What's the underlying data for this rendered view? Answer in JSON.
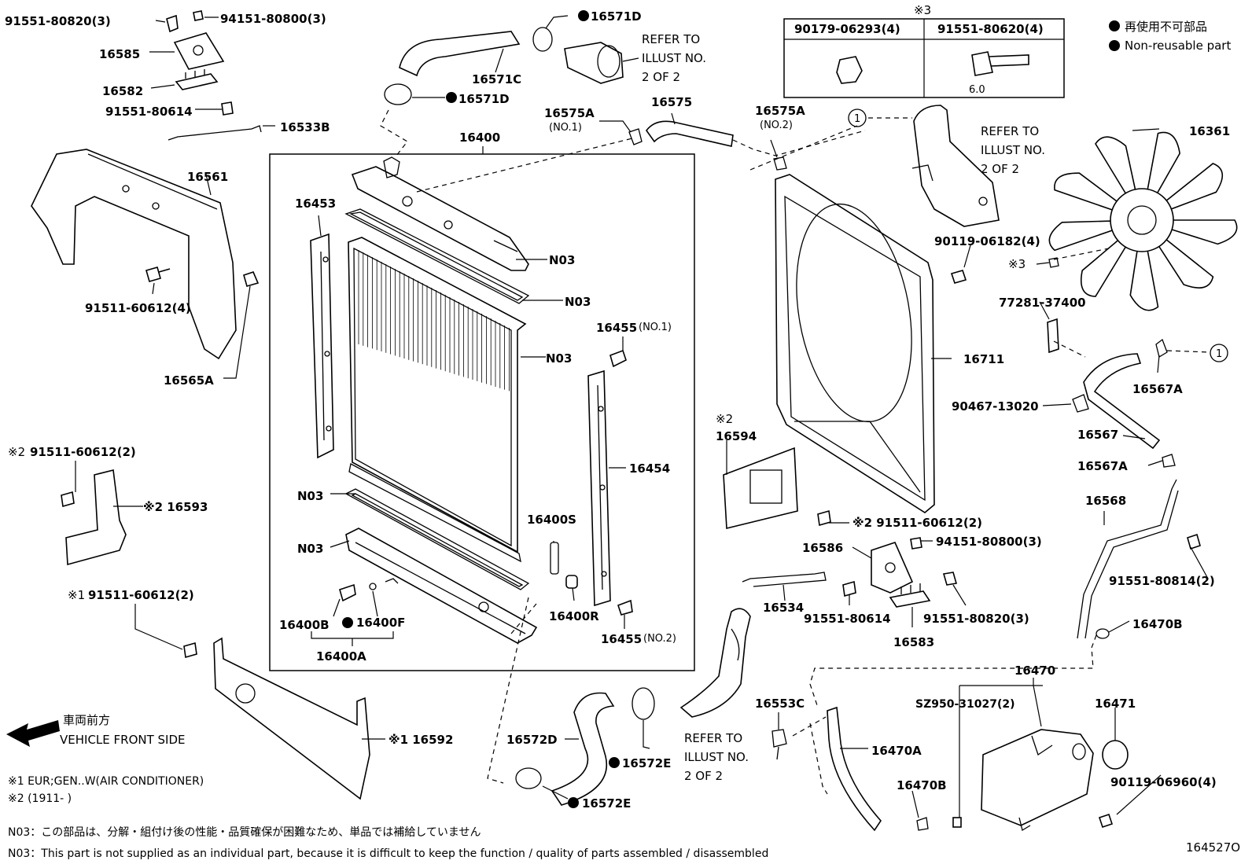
{
  "labels": {
    "l_91551_80820_3": "91551-80820(3)",
    "l_94151_80800_3": "94151-80800(3)",
    "l_16585": "16585",
    "l_16582": "16582",
    "l_91551_80614_a": "91551-80614",
    "l_16533B": "16533B",
    "l_16561": "16561",
    "l_91511_60612_4": "91511-60612(4)",
    "l_16565A": "16565A",
    "l_16571D_a": "16571D",
    "l_16571C": "16571C",
    "l_16571D_b": "16571D",
    "l_refer1": "REFER TO",
    "l_refer1b": "ILLUST NO.",
    "l_refer1c": "2 OF 2",
    "l_16575A_a": "16575A",
    "l_no1_a": "(NO.1)",
    "l_16575": "16575",
    "l_16575A_b": "16575A",
    "l_no2_a": "(NO.2)",
    "l_16400": "16400",
    "l_16453": "16453",
    "l_N03_a": "N03",
    "l_N03_b": "N03",
    "l_N03_c": "N03",
    "l_N03_d": "N03",
    "l_N03_e": "N03",
    "l_16455_1": "16455",
    "l_no1_b": "(NO.1)",
    "l_16454": "16454",
    "l_16400S": "16400S",
    "l_16400R": "16400R",
    "l_16400B": "16400B",
    "l_16400F": "16400F",
    "l_16400A": "16400A",
    "l_16455_2": "16455",
    "l_no2_b": "(NO.2)",
    "l_sym2_a": "※2",
    "l_91511_60612_2a": "91511-60612(2)",
    "l_16593": "※2 16593",
    "l_sym1_a": "※1",
    "l_91511_60612_2b": "91511-60612(2)",
    "l_16592": "※1 16592",
    "l_vfront_jp": "車両前方",
    "l_vfront_en": "VEHICLE FRONT SIDE",
    "l_tbl_sym": "※3",
    "l_tbl_h1": "90179-06293(4)",
    "l_tbl_h2": "91551-80620(4)",
    "l_tbl_60": "6.0",
    "l_legend_jp": "再使用不可部品",
    "l_legend_en": "Non-reusable part",
    "l_circ1_a": "1",
    "l_refer2": "REFER TO",
    "l_refer2b": "ILLUST NO.",
    "l_refer2c": "2 OF 2",
    "l_16361": "16361",
    "l_90119_06182_4": "90119-06182(4)",
    "l_sym3": "※3",
    "l_77281_37400": "77281-37400",
    "l_circ1_b": "1",
    "l_16567A_a": "16567A",
    "l_16711": "16711",
    "l_90467_13020": "90467-13020",
    "l_16567": "16567",
    "l_16567A_b": "16567A",
    "l_sym2_b": "※2",
    "l_16594": "16594",
    "l_91511_60612_2c": "※2 91511-60612(2)",
    "l_16586": "16586",
    "l_94151_80800_3b": "94151-80800(3)",
    "l_16568": "16568",
    "l_91551_80814_2": "91551-80814(2)",
    "l_16534": "16534",
    "l_91551_80614_b": "91551-80614",
    "l_91551_80820_3b": "91551-80820(3)",
    "l_16583": "16583",
    "l_16470B_a": "16470B",
    "l_16470": "16470",
    "l_SZ950": "SZ950-31027(2)",
    "l_16471": "16471",
    "l_16553C": "16553C",
    "l_16470A": "16470A",
    "l_16470B_b": "16470B",
    "l_90119_06960_4": "90119-06960(4)",
    "l_16572D": "16572D",
    "l_16572E_a": "16572E",
    "l_16572E_b": "16572E",
    "l_refer3": "REFER TO",
    "l_refer3b": "ILLUST NO.",
    "l_refer3c": "2 OF 2",
    "l_fn1": "※1 EUR;GEN..W(AIR CONDITIONER)",
    "l_fn2": "※2 (1911-        )",
    "l_n03_jp": "N03：この部品は、分解・組付け後の性能・品質確保が困難なため、単品では補給していません",
    "l_n03_en": "N03：This part is not supplied as an individual part, because it is difficult to keep the function / quality of parts assembled / disassembled",
    "l_illust_no": "164527O"
  }
}
